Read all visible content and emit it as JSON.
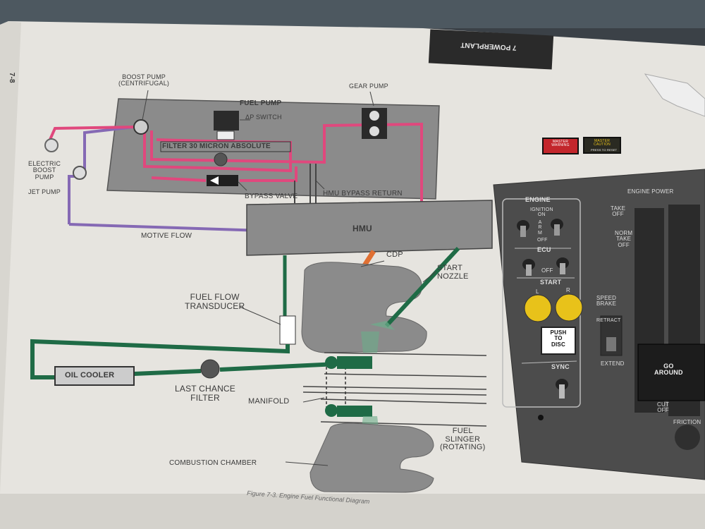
{
  "page": {
    "page_number": "7-8",
    "section_header": "7 POWERPLANT",
    "caption": "Figure 7-3.    Engine Fuel Functional Diagram"
  },
  "diagram": {
    "fuel_pump_title": "FUEL PUMP",
    "boost_pump": "BOOST PUMP\n(CENTRIFUGAL)",
    "gear_pump": "GEAR PUMP",
    "dp_switch": "ΔP SWITCH",
    "filter": "FILTER 30 MICRON ABSOLUTE",
    "electric_boost_pump": "ELECTRIC\nBOOST\nPUMP",
    "jet_pump": "JET PUMP",
    "bypass_valve": "BYPASS VALVE",
    "hmu_bypass_return": "HMU BYPASS RETURN",
    "motive_flow": "MOTIVE FLOW",
    "hmu": "HMU",
    "cdp": "CDP",
    "start_nozzle": "START\nNOZZLE",
    "fuel_flow_transducer": "FUEL FLOW\nTRANSDUCER",
    "oil_cooler": "OIL COOLER",
    "last_chance_filter": "LAST CHANCE\nFILTER",
    "manifold": "MANIFOLD",
    "fuel_slinger": "FUEL\nSLINGER\n(ROTATING)",
    "combustion_chamber": "COMBUSTION CHAMBER"
  },
  "panel": {
    "master_warning": "MASTER\nWARNING",
    "master_caution": "MASTER\nCAUTION",
    "press_to_reset": "PRESS TO RESET",
    "engine": "ENGINE",
    "ignition_on": "IGNITION\nON",
    "arm": "A\nR\nM",
    "off": "OFF",
    "ecu": "ECU",
    "ecu_off": "OFF",
    "start": "START",
    "left": "L",
    "right": "R",
    "push_to_disc": "PUSH\nTO\nDISC",
    "sync": "SYNC",
    "speed_brake": "SPEED\nBRAKE",
    "retract": "RETRACT",
    "extend": "EXTEND",
    "engine_power": "ENGINE POWER",
    "take_off": "TAKE\nOFF",
    "norm_take_off": "NORM\nTAKE\nOFF",
    "go_around": "GO\nAROUND",
    "cut_off": "CUT\nOFF",
    "friction": "FRICTION"
  },
  "colors": {
    "pink_line": "#e0487d",
    "purple_line": "#8569b4",
    "green_line": "#1f6b46",
    "orange_cdp": "#e07033",
    "pump_box": "#8b8b8b",
    "panel_bg": "#4a4a4a",
    "yellow_button": "#e8c21a",
    "warning_red": "#c3262c"
  }
}
